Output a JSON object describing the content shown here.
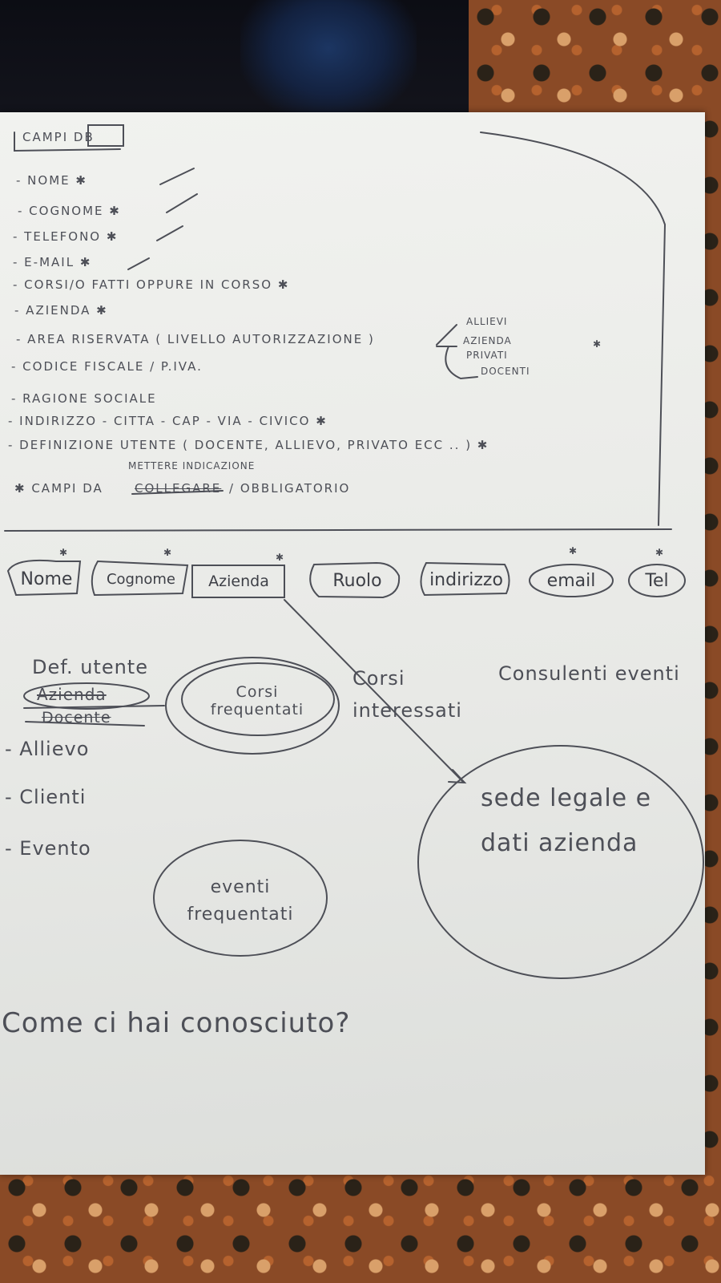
{
  "header": {
    "title": "CAMPI DB"
  },
  "fields_list": {
    "items": [
      "- NOME ✱",
      "- COGNOME ✱",
      "- TELEFONO ✱",
      "- E-MAIL ✱",
      "- CORSI/O FATTI OPPURE IN CORSO ✱",
      "- AZIENDA ✱",
      "- AREA RISERVATA ( LIVELLO AUTORIZZAZIONE )",
      "- CODICE FISCALE / P.IVA.",
      "- RAGIONE SOCIALE",
      "- INDIRIZZO  - CITTA - CAP - VIA - CIVICO ✱",
      "- DEFINIZIONE UTENTE ( DOCENTE, ALLIEVO, PRIVATO  ECC .. ) ✱"
    ],
    "area_riservata_branches": [
      "ALLIEVI",
      "AZIENDA",
      "PRIVATI",
      "DOCENTI"
    ],
    "asterisk_mark": "✱",
    "footnote_prefix": "✱ CAMPI DA",
    "footnote_struck": "COLLEGARE",
    "footnote_suffix": "/ OBBLIGATORIO",
    "footnote_insert": "METTERE INDICAZIONE"
  },
  "form_fields": [
    {
      "label": "Nome",
      "required": true
    },
    {
      "label": "Cognome",
      "required": true
    },
    {
      "label": "Azienda",
      "required": true
    },
    {
      "label": "Ruolo",
      "required": false
    },
    {
      "label": "indirizzo",
      "required": false
    },
    {
      "label": "email",
      "required": true
    },
    {
      "label": "Tel",
      "required": true
    }
  ],
  "definizione": {
    "title": "Def. utente",
    "struck_items": [
      "Azienda",
      "Docente"
    ],
    "items": [
      "Allievo",
      "Clienti",
      "Evento"
    ]
  },
  "bubbles": {
    "corsi_frequentati": "Corsi frequentati",
    "eventi_frequentati": "eventi frequentati",
    "sede_legale": "sede legale e dati azienda"
  },
  "notes": {
    "corsi_interessati": "Corsi interessati",
    "consulenti_eventi": "Consulenti eventi"
  },
  "question": "Come ci hai conosciuto?",
  "colors": {
    "ink": "#4d4f57",
    "paper": "#ecedea"
  }
}
